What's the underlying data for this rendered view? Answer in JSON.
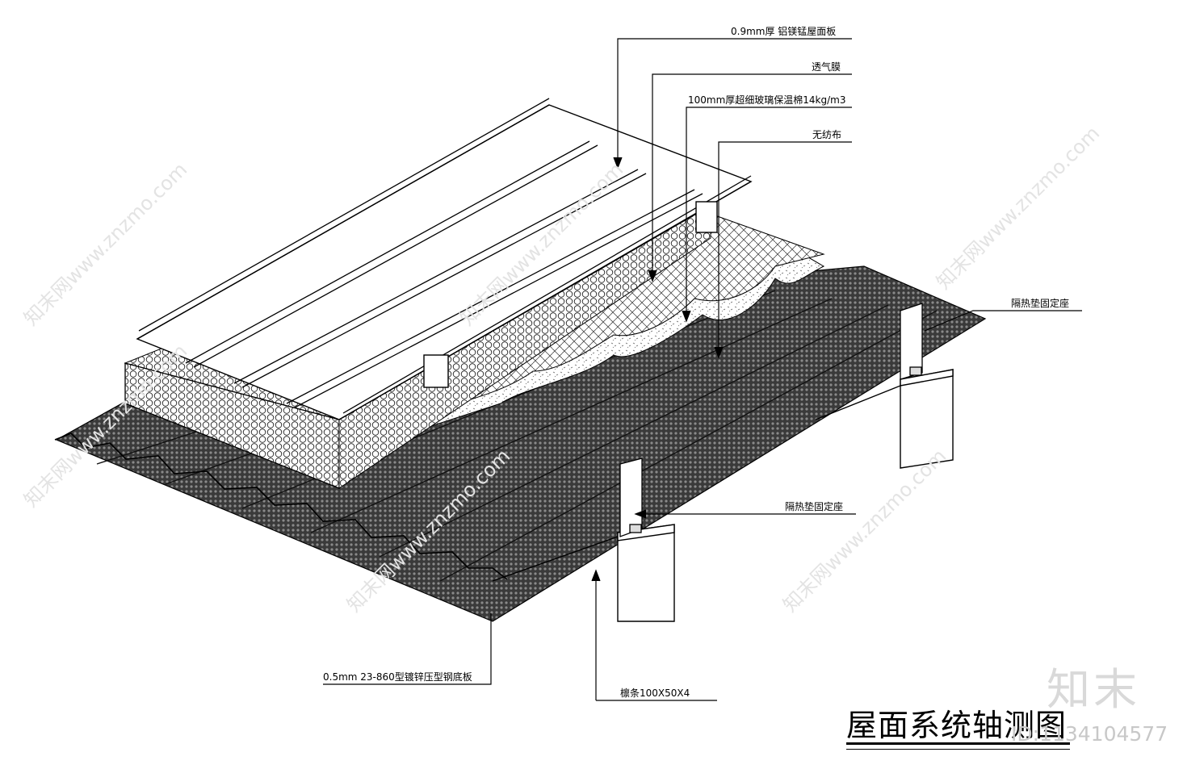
{
  "title": "屋面系统轴测图",
  "labels": {
    "roof_panel": "0.9mm厚 铝镁锰屋面板",
    "breathable_membrane": "透气膜",
    "glass_wool": "100mm厚超细玻璃保温棉14kg/m3",
    "nonwoven": "无纺布",
    "bracket_right": "隔热垫固定座",
    "bracket_center": "隔热垫固定座",
    "base_sheet": "0.5mm 23-860型镀锌压型钢底板",
    "purlin": "檩条100X50X4"
  },
  "watermark": {
    "brand": "知末",
    "id": "ID:1134104577",
    "site": "知末网www.znzmo.com"
  }
}
